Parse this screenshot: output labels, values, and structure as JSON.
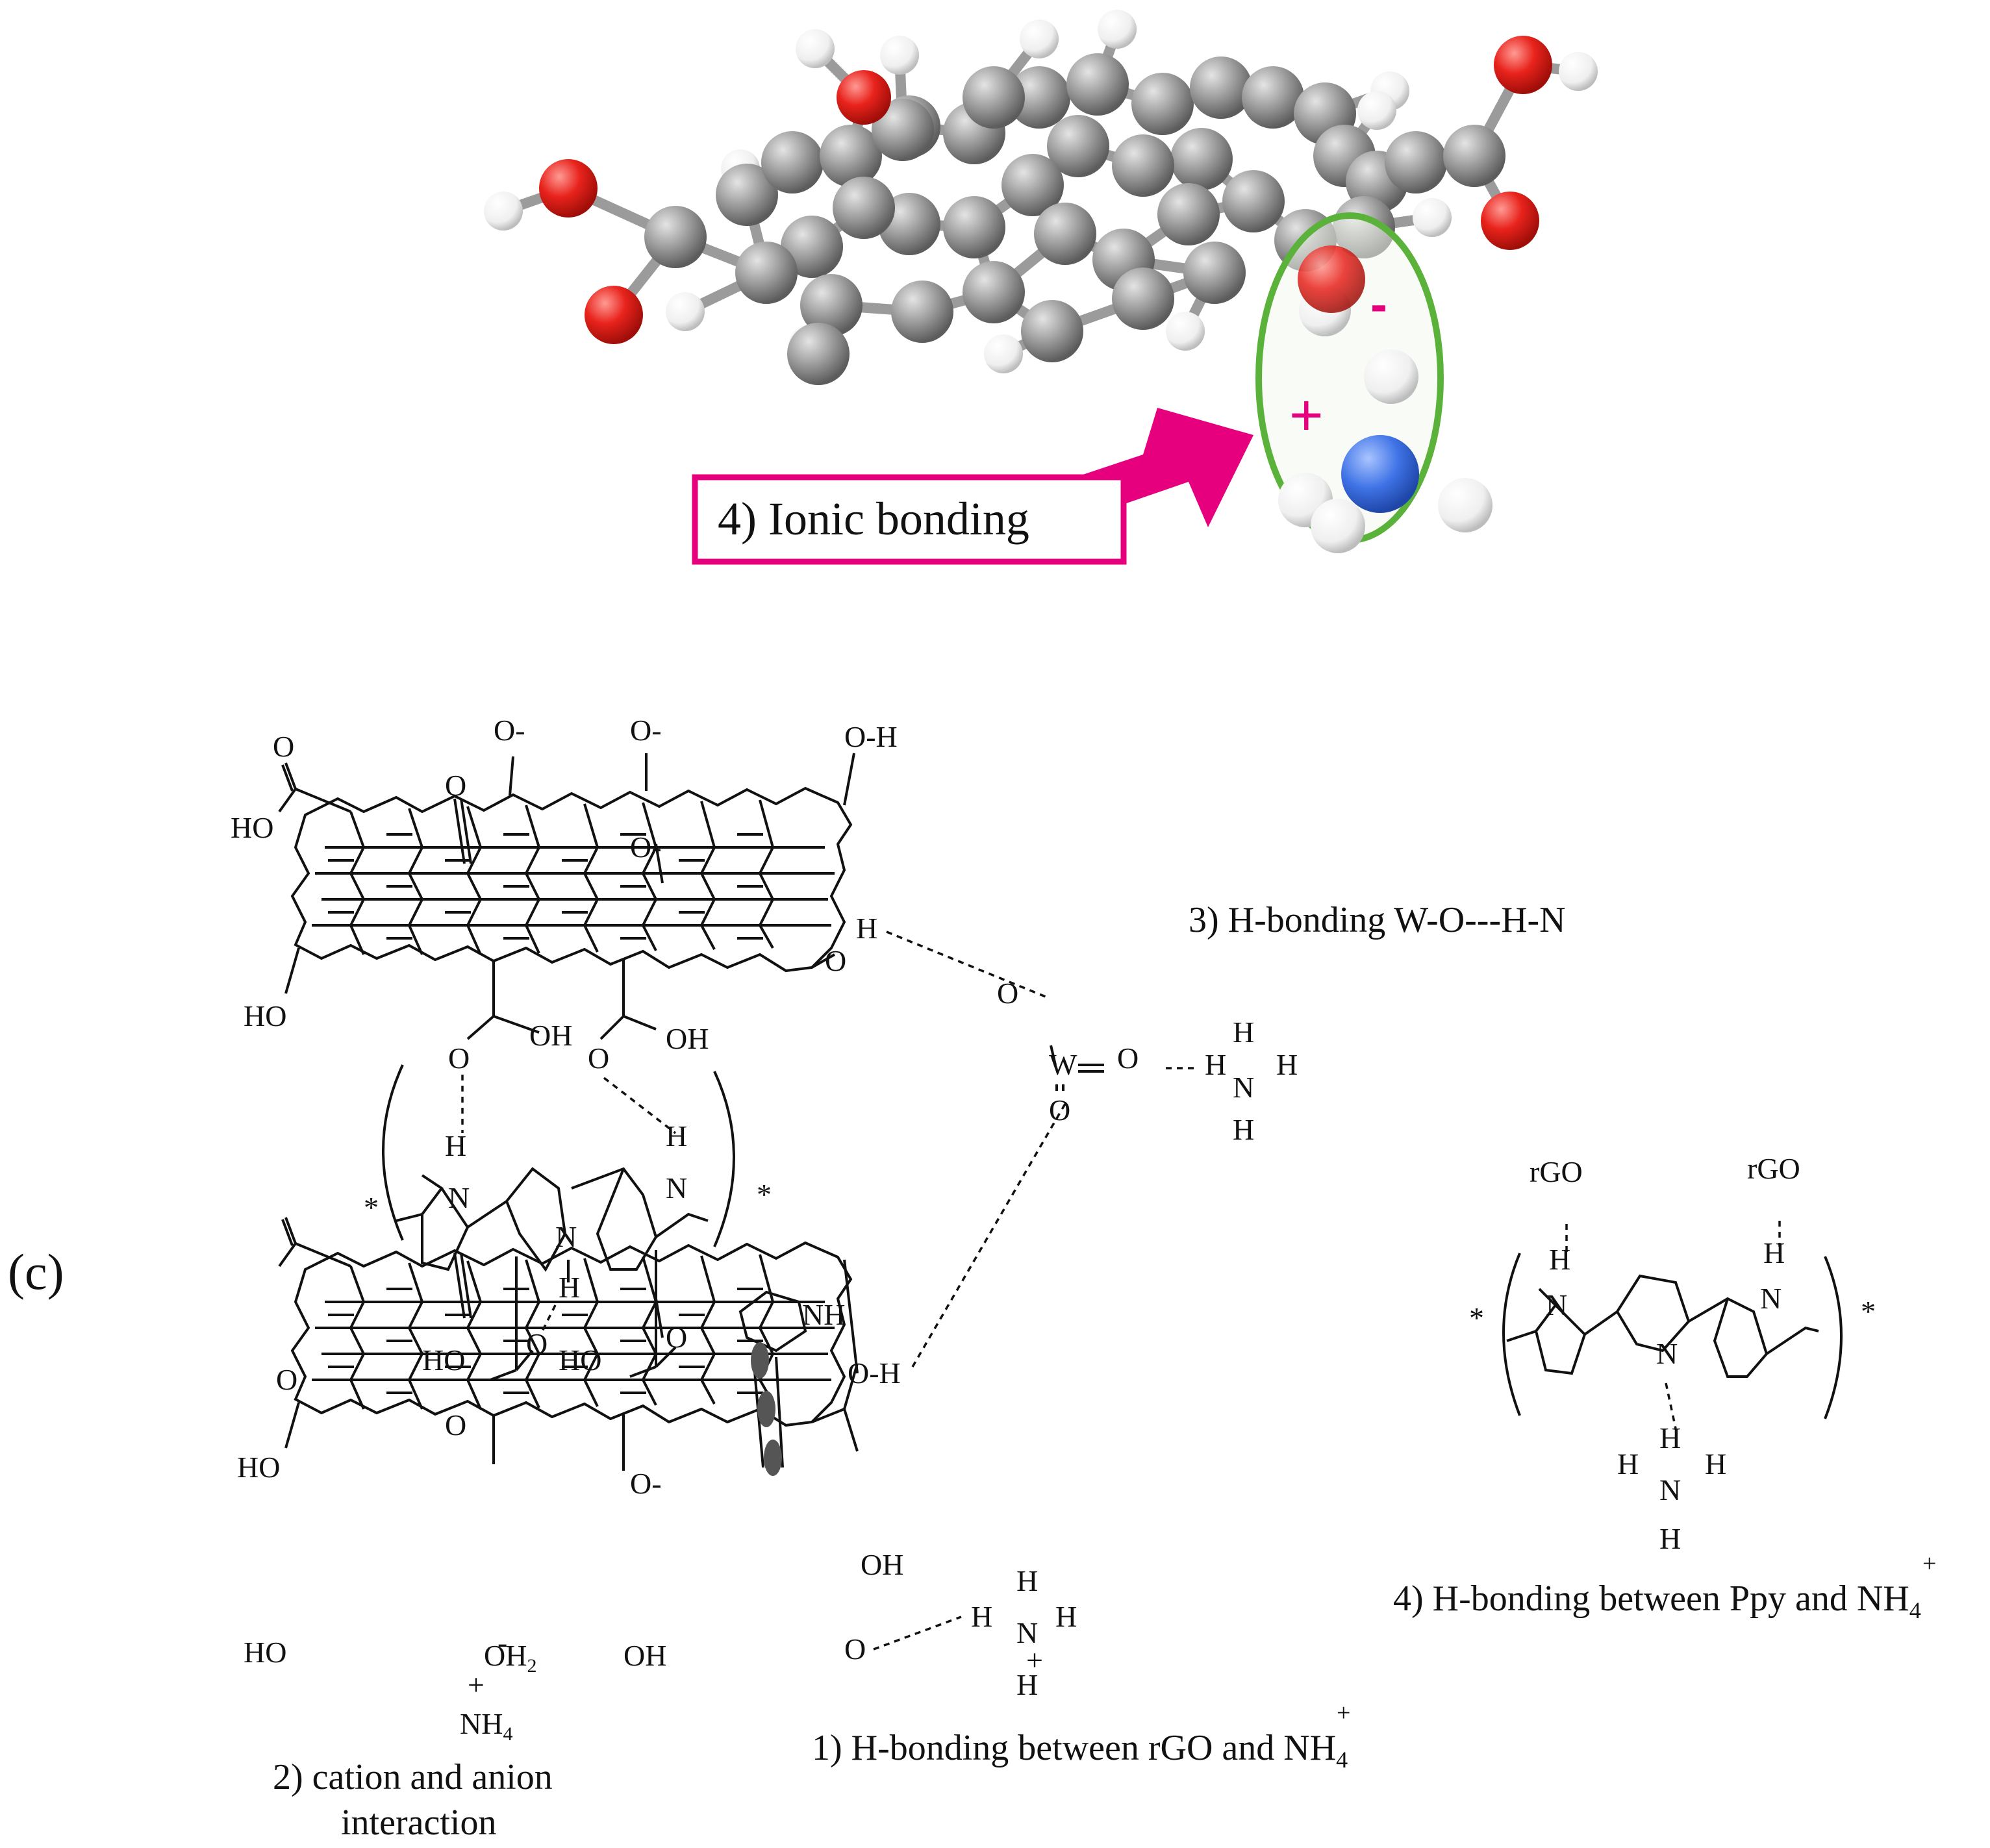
{
  "ionic_panel": {
    "callout": "4) Ionic bonding",
    "minus_sign": "-",
    "plus_sign": "+",
    "colors": {
      "carbon": "#8f8f8f",
      "oxygen": "#e8231c",
      "hydrogen": "#f2f2f2",
      "nitrogen": "#3f73e6",
      "callout_magenta": "#e6007e",
      "highlight_green": "#5ab23a"
    }
  },
  "panel_label": "(c)",
  "labels": {
    "hbond_rgo_nh4": [
      "1) H-bonding between rGO and ",
      "NH",
      "4",
      "+"
    ],
    "cation_anion": [
      "2) cation and anion",
      "interaction"
    ],
    "hbond_w_o_h_n": "3) H-bonding W-O---H-N",
    "hbond_ppy_nh4": [
      "4) H-bonding between Ppy and ",
      "NH",
      "4",
      "+"
    ]
  },
  "atoms": {
    "o": "O",
    "h": "H",
    "n": "N",
    "w": "W",
    "oh": "OH",
    "ho": "HO",
    "oh_right": "O-H",
    "o_minus": "O-",
    "nh": "NH",
    "rgo": "rGO",
    "star": "*",
    "oh2": "OH",
    "oh2_sub": "2",
    "nh4": "NH",
    "nh4_sub": "4",
    "plus": "+",
    "minus": "-"
  }
}
